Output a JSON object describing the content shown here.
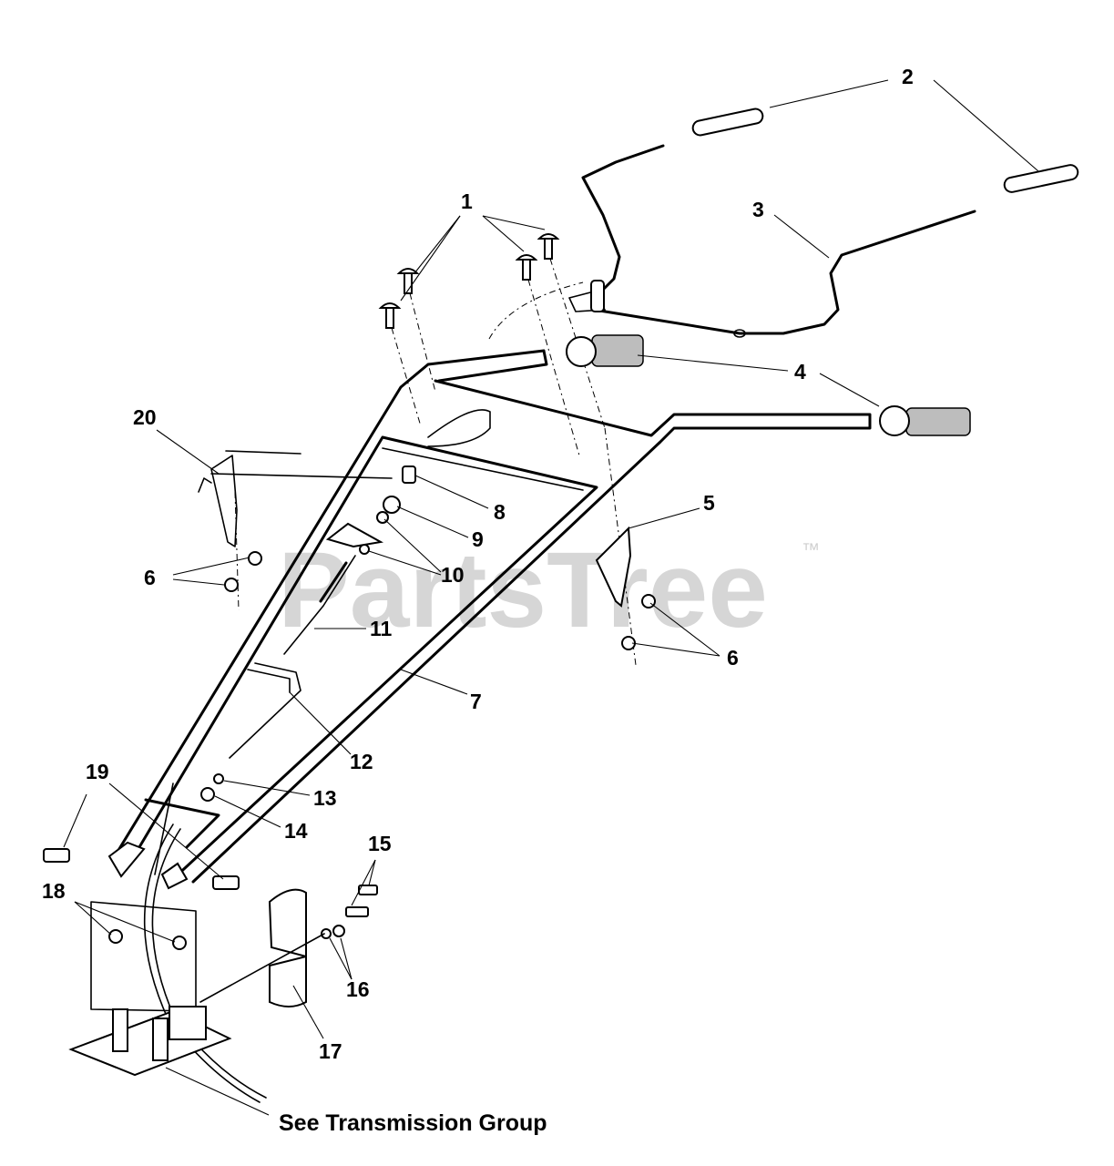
{
  "watermark": {
    "text": "PartsTree",
    "trademark": "™"
  },
  "callouts": [
    {
      "id": "c1",
      "label": "1"
    },
    {
      "id": "c2",
      "label": "2"
    },
    {
      "id": "c3",
      "label": "3"
    },
    {
      "id": "c4",
      "label": "4"
    },
    {
      "id": "c5",
      "label": "5"
    },
    {
      "id": "c6a",
      "label": "6"
    },
    {
      "id": "c6b",
      "label": "6"
    },
    {
      "id": "c7",
      "label": "7"
    },
    {
      "id": "c8",
      "label": "8"
    },
    {
      "id": "c9",
      "label": "9"
    },
    {
      "id": "c10",
      "label": "10"
    },
    {
      "id": "c11",
      "label": "11"
    },
    {
      "id": "c12",
      "label": "12"
    },
    {
      "id": "c13",
      "label": "13"
    },
    {
      "id": "c14",
      "label": "14"
    },
    {
      "id": "c15",
      "label": "15"
    },
    {
      "id": "c16",
      "label": "16"
    },
    {
      "id": "c17",
      "label": "17"
    },
    {
      "id": "c18",
      "label": "18"
    },
    {
      "id": "c19",
      "label": "19"
    },
    {
      "id": "c20",
      "label": "20"
    }
  ],
  "footer": {
    "note": "See Transmission Group"
  }
}
